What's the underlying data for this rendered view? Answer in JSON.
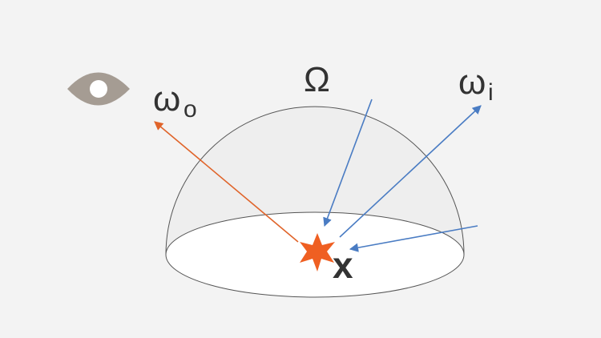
{
  "labels": {
    "omega_outgoing": "ω",
    "omega_outgoing_sub": "o",
    "omega_incoming": "ω",
    "omega_incoming_sub": "i",
    "hemisphere": "Ω",
    "point": "x"
  },
  "colors": {
    "background": "#f3f3f3",
    "dome_fill": "#eeeeee",
    "disk_fill": "#ffffff",
    "outline": "#555555",
    "outgoing_ray": "#e0642a",
    "incoming_ray": "#4a7cc3",
    "point_star": "#ef5f22",
    "eye": "#a59c93",
    "label_text": "#333333"
  },
  "icons": {
    "viewer": "eye-icon",
    "point": "star-icon"
  }
}
